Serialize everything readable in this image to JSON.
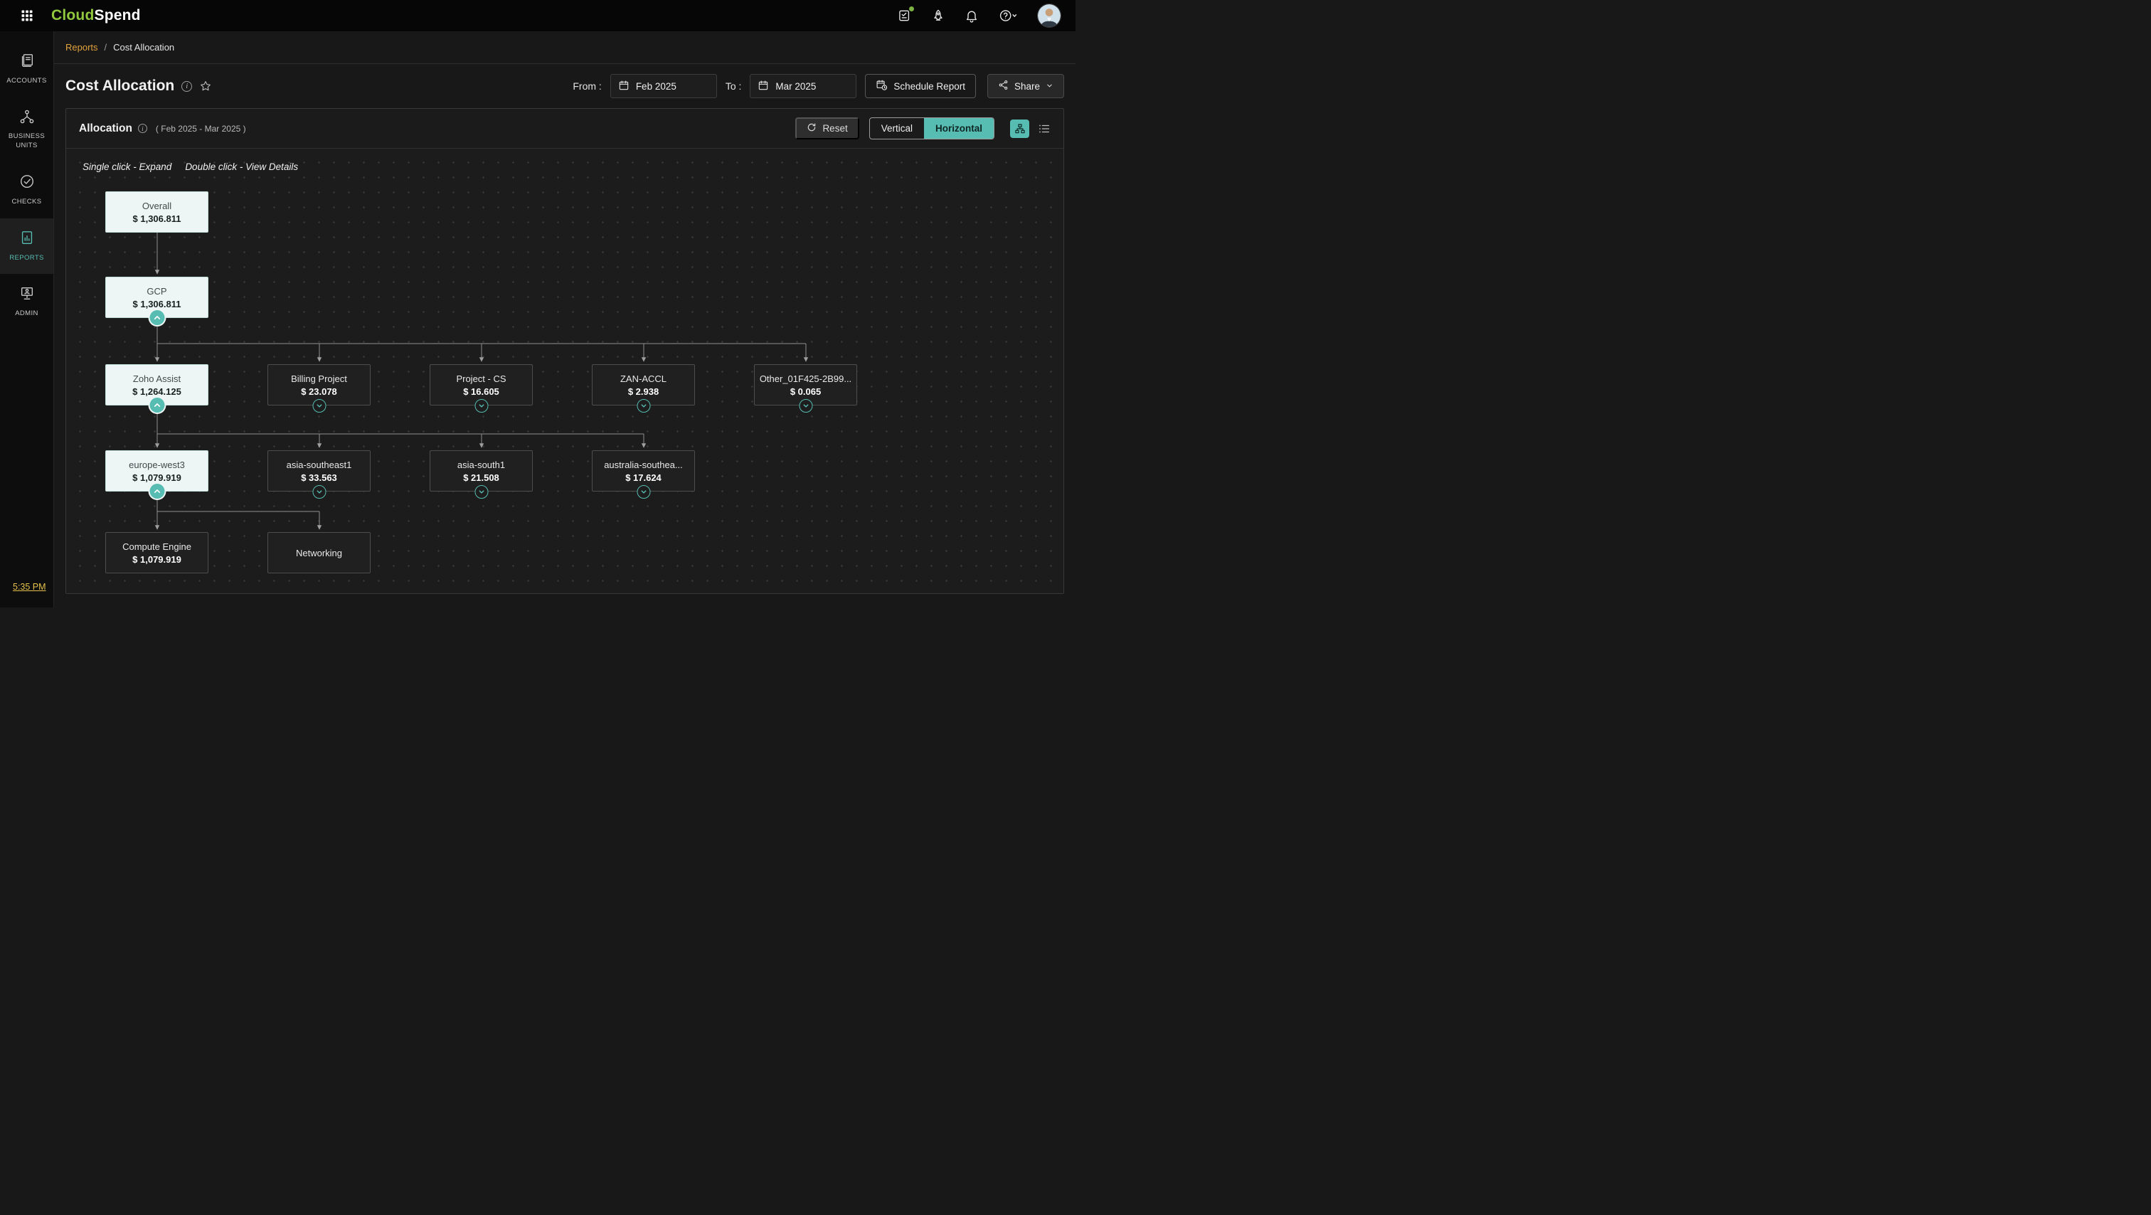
{
  "header": {
    "brand_part1": "Cloud",
    "brand_part2": "Spend",
    "icons": [
      "apps-grid-icon",
      "tasks-icon",
      "rocket-icon",
      "bell-icon",
      "help-icon",
      "avatar"
    ]
  },
  "sidebar": {
    "items": [
      {
        "label": "ACCOUNTS",
        "icon": "accounts-icon",
        "active": false
      },
      {
        "label": "BUSINESS UNITS",
        "icon": "business-units-icon",
        "active": false
      },
      {
        "label": "CHECKS",
        "icon": "checks-icon",
        "active": false
      },
      {
        "label": "REPORTS",
        "icon": "reports-icon",
        "active": true
      },
      {
        "label": "ADMIN",
        "icon": "admin-icon",
        "active": false
      }
    ]
  },
  "breadcrumb": {
    "parent": "Reports",
    "separator": "/",
    "current": "Cost Allocation"
  },
  "toolbar": {
    "title": "Cost Allocation",
    "from_label": "From :",
    "from_value": "Feb 2025",
    "to_label": "To :",
    "to_value": "Mar 2025",
    "schedule_label": "Schedule Report",
    "share_label": "Share"
  },
  "panel": {
    "title": "Allocation",
    "date_range": "( Feb 2025 - Mar 2025 )",
    "reset_label": "Reset",
    "vertical_label": "Vertical",
    "horizontal_label": "Horizontal",
    "selected_orientation": "Horizontal",
    "hint_expand": "Single click - Expand",
    "hint_details": "Double click - View Details"
  },
  "tree": {
    "type": "hierarchy",
    "orientation": "horizontal",
    "nodes": [
      {
        "id": "overall",
        "label": "Overall",
        "value": "$ 1,306.811",
        "parent": null,
        "state": "expanded",
        "style": "light"
      },
      {
        "id": "gcp",
        "label": "GCP",
        "value": "$ 1,306.811",
        "parent": "overall",
        "state": "expanded",
        "style": "light"
      },
      {
        "id": "zoho-assist",
        "label": "Zoho Assist",
        "value": "$ 1,264.125",
        "parent": "gcp",
        "state": "expanded",
        "style": "light"
      },
      {
        "id": "billing-project",
        "label": "Billing Project",
        "value": "$ 23.078",
        "parent": "gcp",
        "state": "collapsed",
        "style": "dark"
      },
      {
        "id": "project-cs",
        "label": "Project - CS",
        "value": "$ 16.605",
        "parent": "gcp",
        "state": "collapsed",
        "style": "dark"
      },
      {
        "id": "zan-accl",
        "label": "ZAN-ACCL",
        "value": "$ 2.938",
        "parent": "gcp",
        "state": "collapsed",
        "style": "dark"
      },
      {
        "id": "other",
        "label": "Other_01F425-2B99...",
        "value": "$ 0.065",
        "parent": "gcp",
        "state": "collapsed",
        "style": "dark"
      },
      {
        "id": "europe-west3",
        "label": "europe-west3",
        "value": "$ 1,079.919",
        "parent": "zoho-assist",
        "state": "expanded",
        "style": "light"
      },
      {
        "id": "asia-southeast1",
        "label": "asia-southeast1",
        "value": "$ 33.563",
        "parent": "zoho-assist",
        "state": "collapsed",
        "style": "dark"
      },
      {
        "id": "asia-south1",
        "label": "asia-south1",
        "value": "$ 21.508",
        "parent": "zoho-assist",
        "state": "collapsed",
        "style": "dark"
      },
      {
        "id": "australia-southea",
        "label": "australia-southea...",
        "value": "$ 17.624",
        "parent": "zoho-assist",
        "state": "collapsed",
        "style": "dark"
      },
      {
        "id": "compute-engine",
        "label": "Compute Engine",
        "value": "$ 1,079.919",
        "parent": "europe-west3",
        "state": "leaf",
        "style": "dark"
      },
      {
        "id": "networking",
        "label": "Networking",
        "value": "",
        "parent": "europe-west3",
        "state": "leaf",
        "style": "dark"
      }
    ]
  },
  "footer": {
    "last_refresh_time": "5:35 PM"
  },
  "colors": {
    "accent_teal": "#57bcb1",
    "brand_green": "#92c83e",
    "breadcrumb_orange": "#e2a23c",
    "time_yellow": "#e5c04b",
    "node_light_bg": "#eef6f5",
    "node_dark_bg": "#202020"
  }
}
